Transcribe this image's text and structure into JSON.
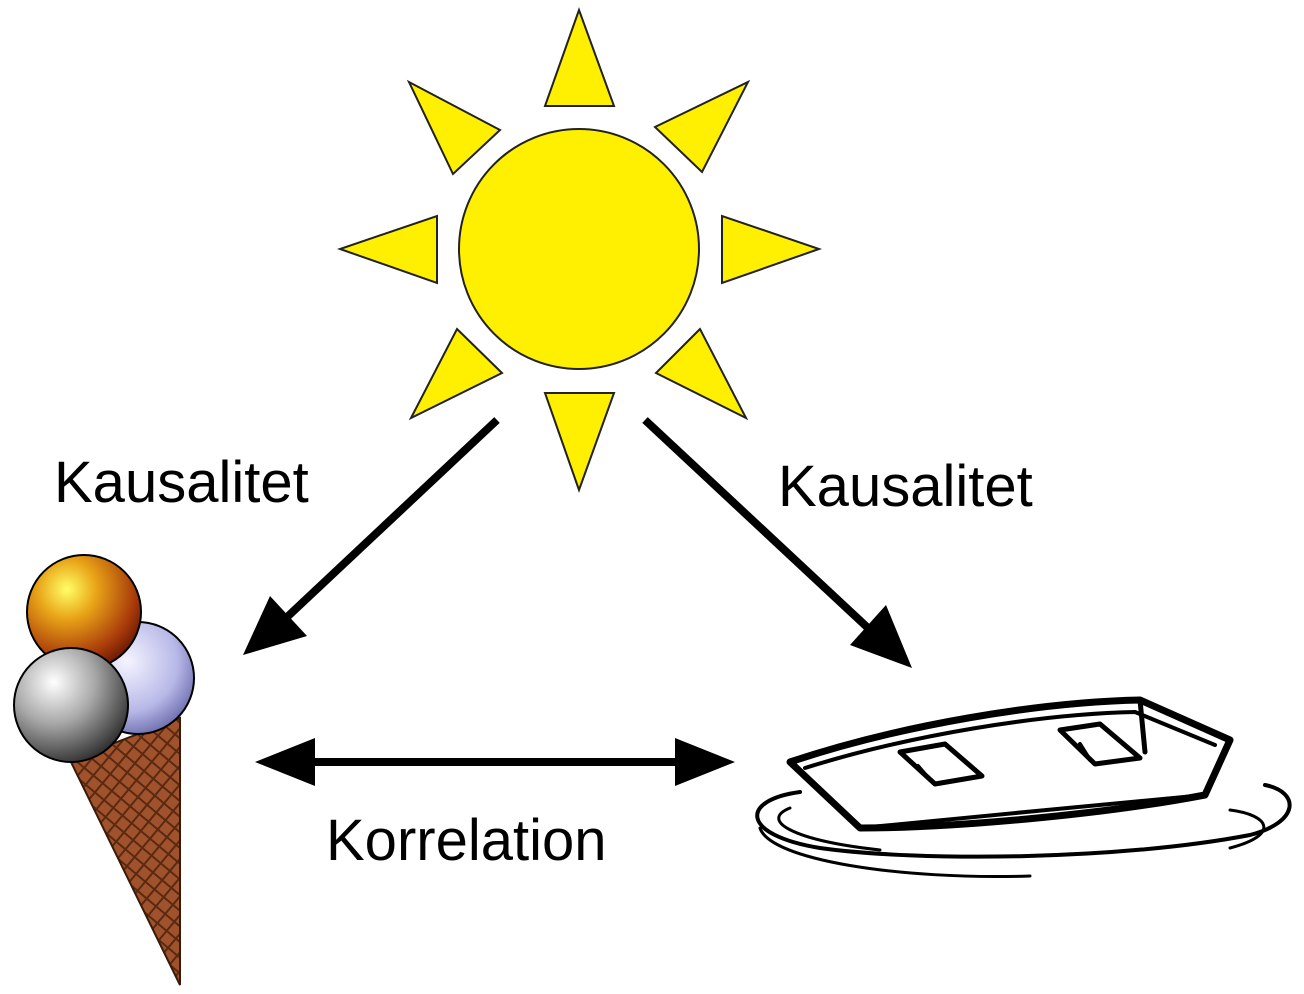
{
  "labels": {
    "cause_left": "Kausalitet",
    "cause_right": "Kausalitet",
    "correlation": "Korrelation"
  },
  "icons": {
    "sun": "sun-icon",
    "ice_cream": "ice-cream-icon",
    "boat": "rowboat-icon"
  },
  "colors": {
    "sun": "#ffef00",
    "arrow": "#000000",
    "cone": "#a0522d",
    "scoop_orange": "#e8a317",
    "scoop_lavender": "#b8b8e8",
    "scoop_gray": "#9a9a9a"
  }
}
